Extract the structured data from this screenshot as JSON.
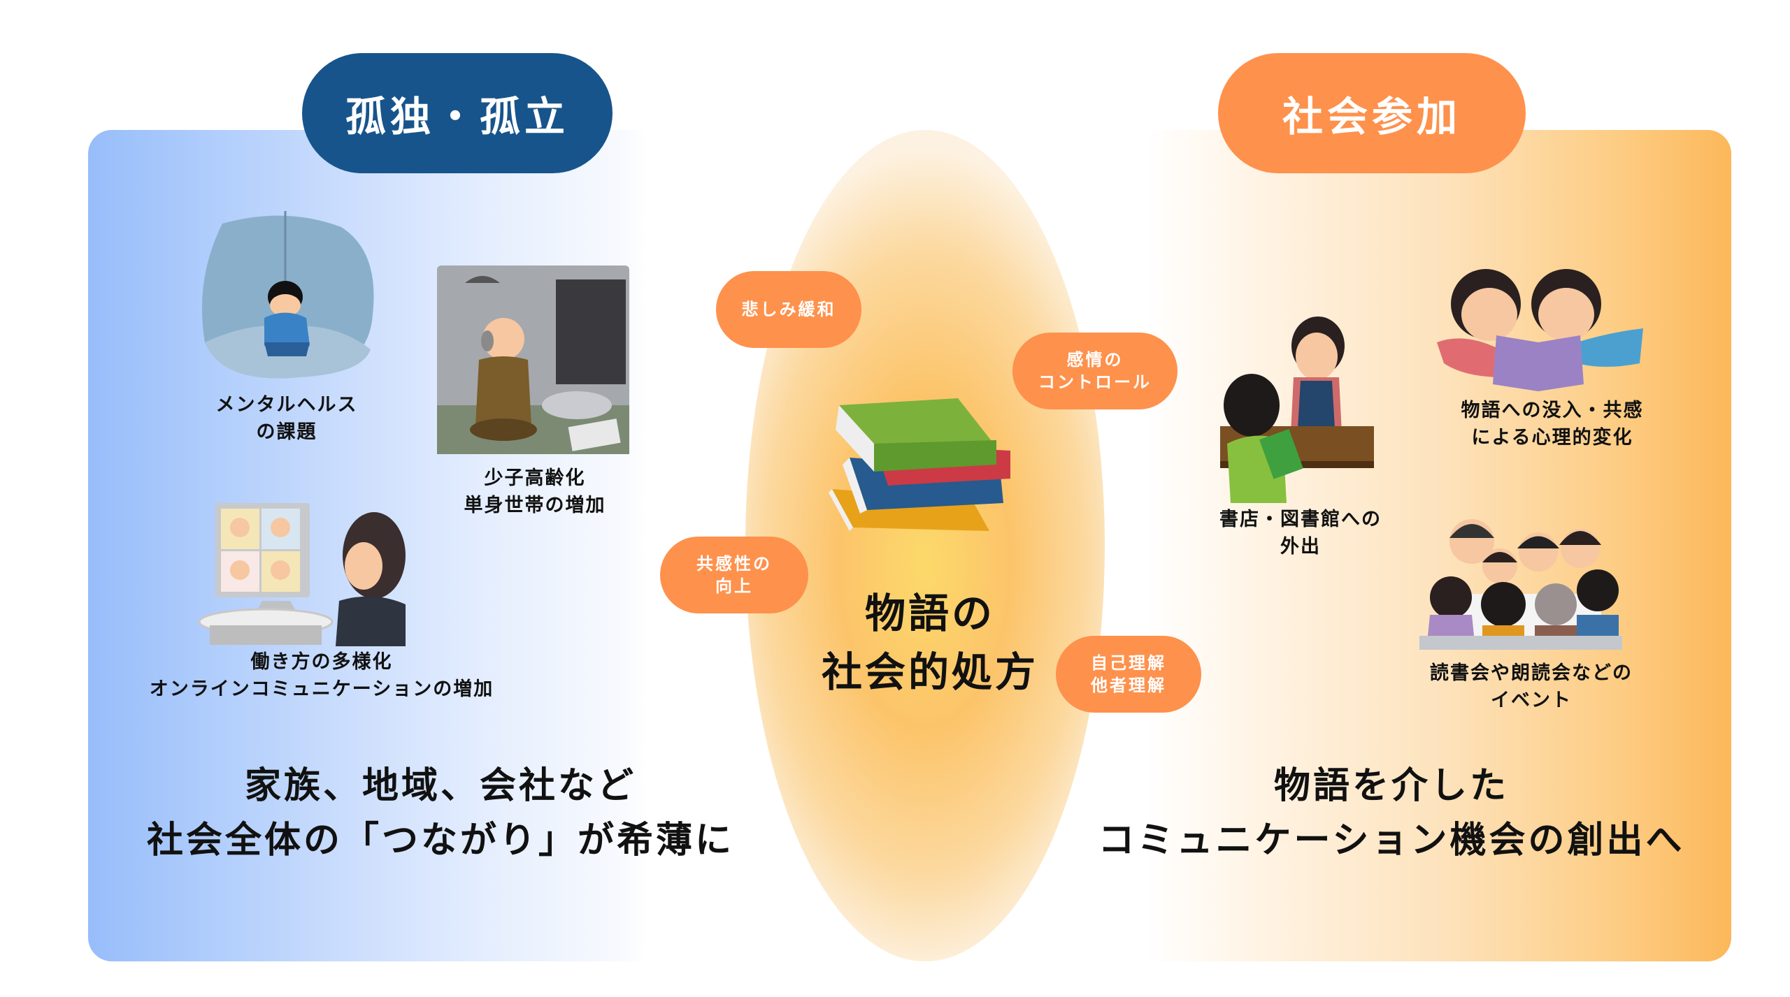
{
  "left_section": {
    "title": "孤独・孤立",
    "items": [
      {
        "icon": "lonely-person-icon",
        "caption_line1": "メンタルヘルス",
        "caption_line2": "の課題"
      },
      {
        "icon": "elderly-alone-icon",
        "caption_line1": "少子高齢化",
        "caption_line2": "単身世帯の増加"
      },
      {
        "icon": "online-meeting-icon",
        "caption_line1": "働き方の多様化",
        "caption_line2": "オンラインコミュニケーションの増加"
      }
    ],
    "summary_line1": "家族、地域、会社など",
    "summary_line2": "社会全体の「つながり」が希薄に"
  },
  "center": {
    "icon": "book-stack-icon",
    "title_line1": "物語の",
    "title_line2": "社会的処方",
    "effects": [
      {
        "line1": "悲しみ緩和",
        "line2": ""
      },
      {
        "line1": "感情の",
        "line2": "コントロール"
      },
      {
        "line1": "共感性の",
        "line2": "向上"
      },
      {
        "line1": "自己理解",
        "line2": "他者理解"
      }
    ]
  },
  "right_section": {
    "title": "社会参加",
    "items": [
      {
        "icon": "bookstore-library-icon",
        "caption_line1": "書店・図書館への",
        "caption_line2": "外出"
      },
      {
        "icon": "children-reading-icon",
        "caption_line1": "物語への没入・共感",
        "caption_line2": "による心理的変化"
      },
      {
        "icon": "reading-group-icon",
        "caption_line1": "読書会や朗読会などの",
        "caption_line2": "イベント"
      }
    ],
    "summary_line1": "物語を介した",
    "summary_line2": "コミュニケーション機会の創出へ"
  },
  "colors": {
    "left_pill": "#17548b",
    "right_pill": "#fe914c",
    "effect_bubble": "#fe914c",
    "left_gradient_start": "#97bdfa",
    "right_gradient_end": "#fcb85a",
    "oval_core": "#fcd96a"
  }
}
